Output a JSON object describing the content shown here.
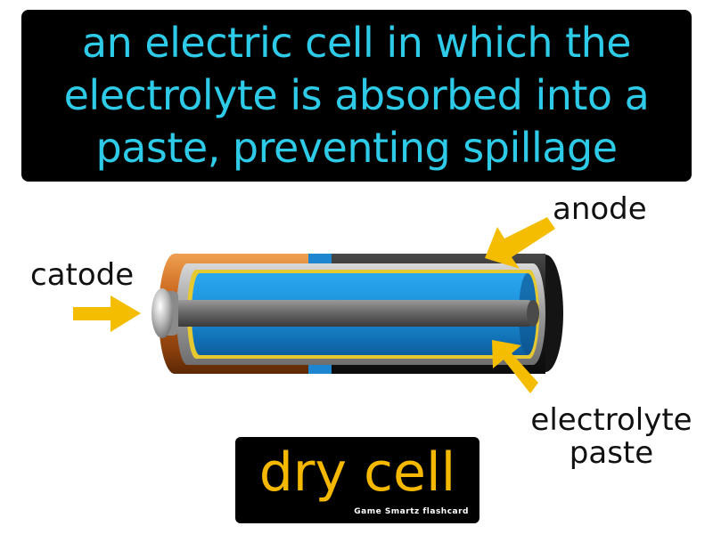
{
  "definition": {
    "text": "an electric cell in which the electrolyte is absorbed into a paste, preventing spillage",
    "color": "#2ecbe8"
  },
  "labels": {
    "catode": "catode",
    "anode": "anode",
    "electrolyte_paste": "electrolyte paste"
  },
  "term": {
    "text": "dry cell",
    "color": "#f5b800"
  },
  "brand": {
    "text": "Game Smartz flashcard"
  },
  "colors": {
    "arrow": "#f5bd00",
    "casing_copper": "#c8651c",
    "casing_black": "#1e1e1e",
    "electrolyte_blue": "#1a8fd8",
    "rod_gray": "#6a6a6a"
  },
  "icons": {
    "arrow": "arrow-icon"
  }
}
